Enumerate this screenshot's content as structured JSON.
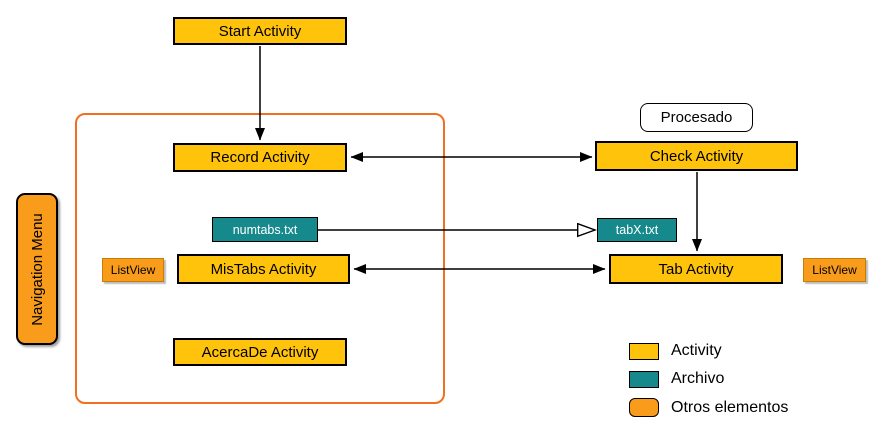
{
  "nodes": {
    "start_activity": {
      "label": "Start Activity"
    },
    "record_activity": {
      "label": "Record Activity"
    },
    "check_activity": {
      "label": "Check Activity"
    },
    "procesado_note": {
      "label": "Procesado"
    },
    "numtabs_file": {
      "label": "numtabs.txt"
    },
    "tabx_file": {
      "label": "tabX.txt"
    },
    "mistabs_activity": {
      "label": "MisTabs Activity"
    },
    "tab_activity": {
      "label": "Tab Activity"
    },
    "acercade_activity": {
      "label": "AcercaDe Activity"
    },
    "navigation_menu": {
      "label": "Navigation Menu"
    },
    "listview_left": {
      "label": "ListView"
    },
    "listview_right": {
      "label": "ListView"
    }
  },
  "edges": [
    {
      "from": "Start Activity",
      "to": "Record Activity",
      "style": "solid-arrow"
    },
    {
      "from": "Record Activity",
      "to": "Check Activity",
      "style": "double-arrow"
    },
    {
      "from": "Check Activity",
      "to": "Tab Activity",
      "style": "solid-arrow"
    },
    {
      "from": "MisTabs Activity",
      "to": "Tab Activity",
      "style": "double-arrow"
    },
    {
      "from": "numtabs.txt",
      "to": "tabX.txt",
      "style": "open-triangle-arrow"
    }
  ],
  "legend": {
    "items": [
      {
        "label": "Activity",
        "color": "#FFC30B"
      },
      {
        "label": "Archivo",
        "color": "#16898D"
      },
      {
        "label": "Otros elementos",
        "color": "#F99C1B"
      }
    ]
  },
  "colors": {
    "activity_fill": "#FFC30B",
    "file_fill": "#16898D",
    "other_fill": "#F99C1B",
    "container_stroke": "#F26F21",
    "arrow_stroke": "#000000"
  }
}
